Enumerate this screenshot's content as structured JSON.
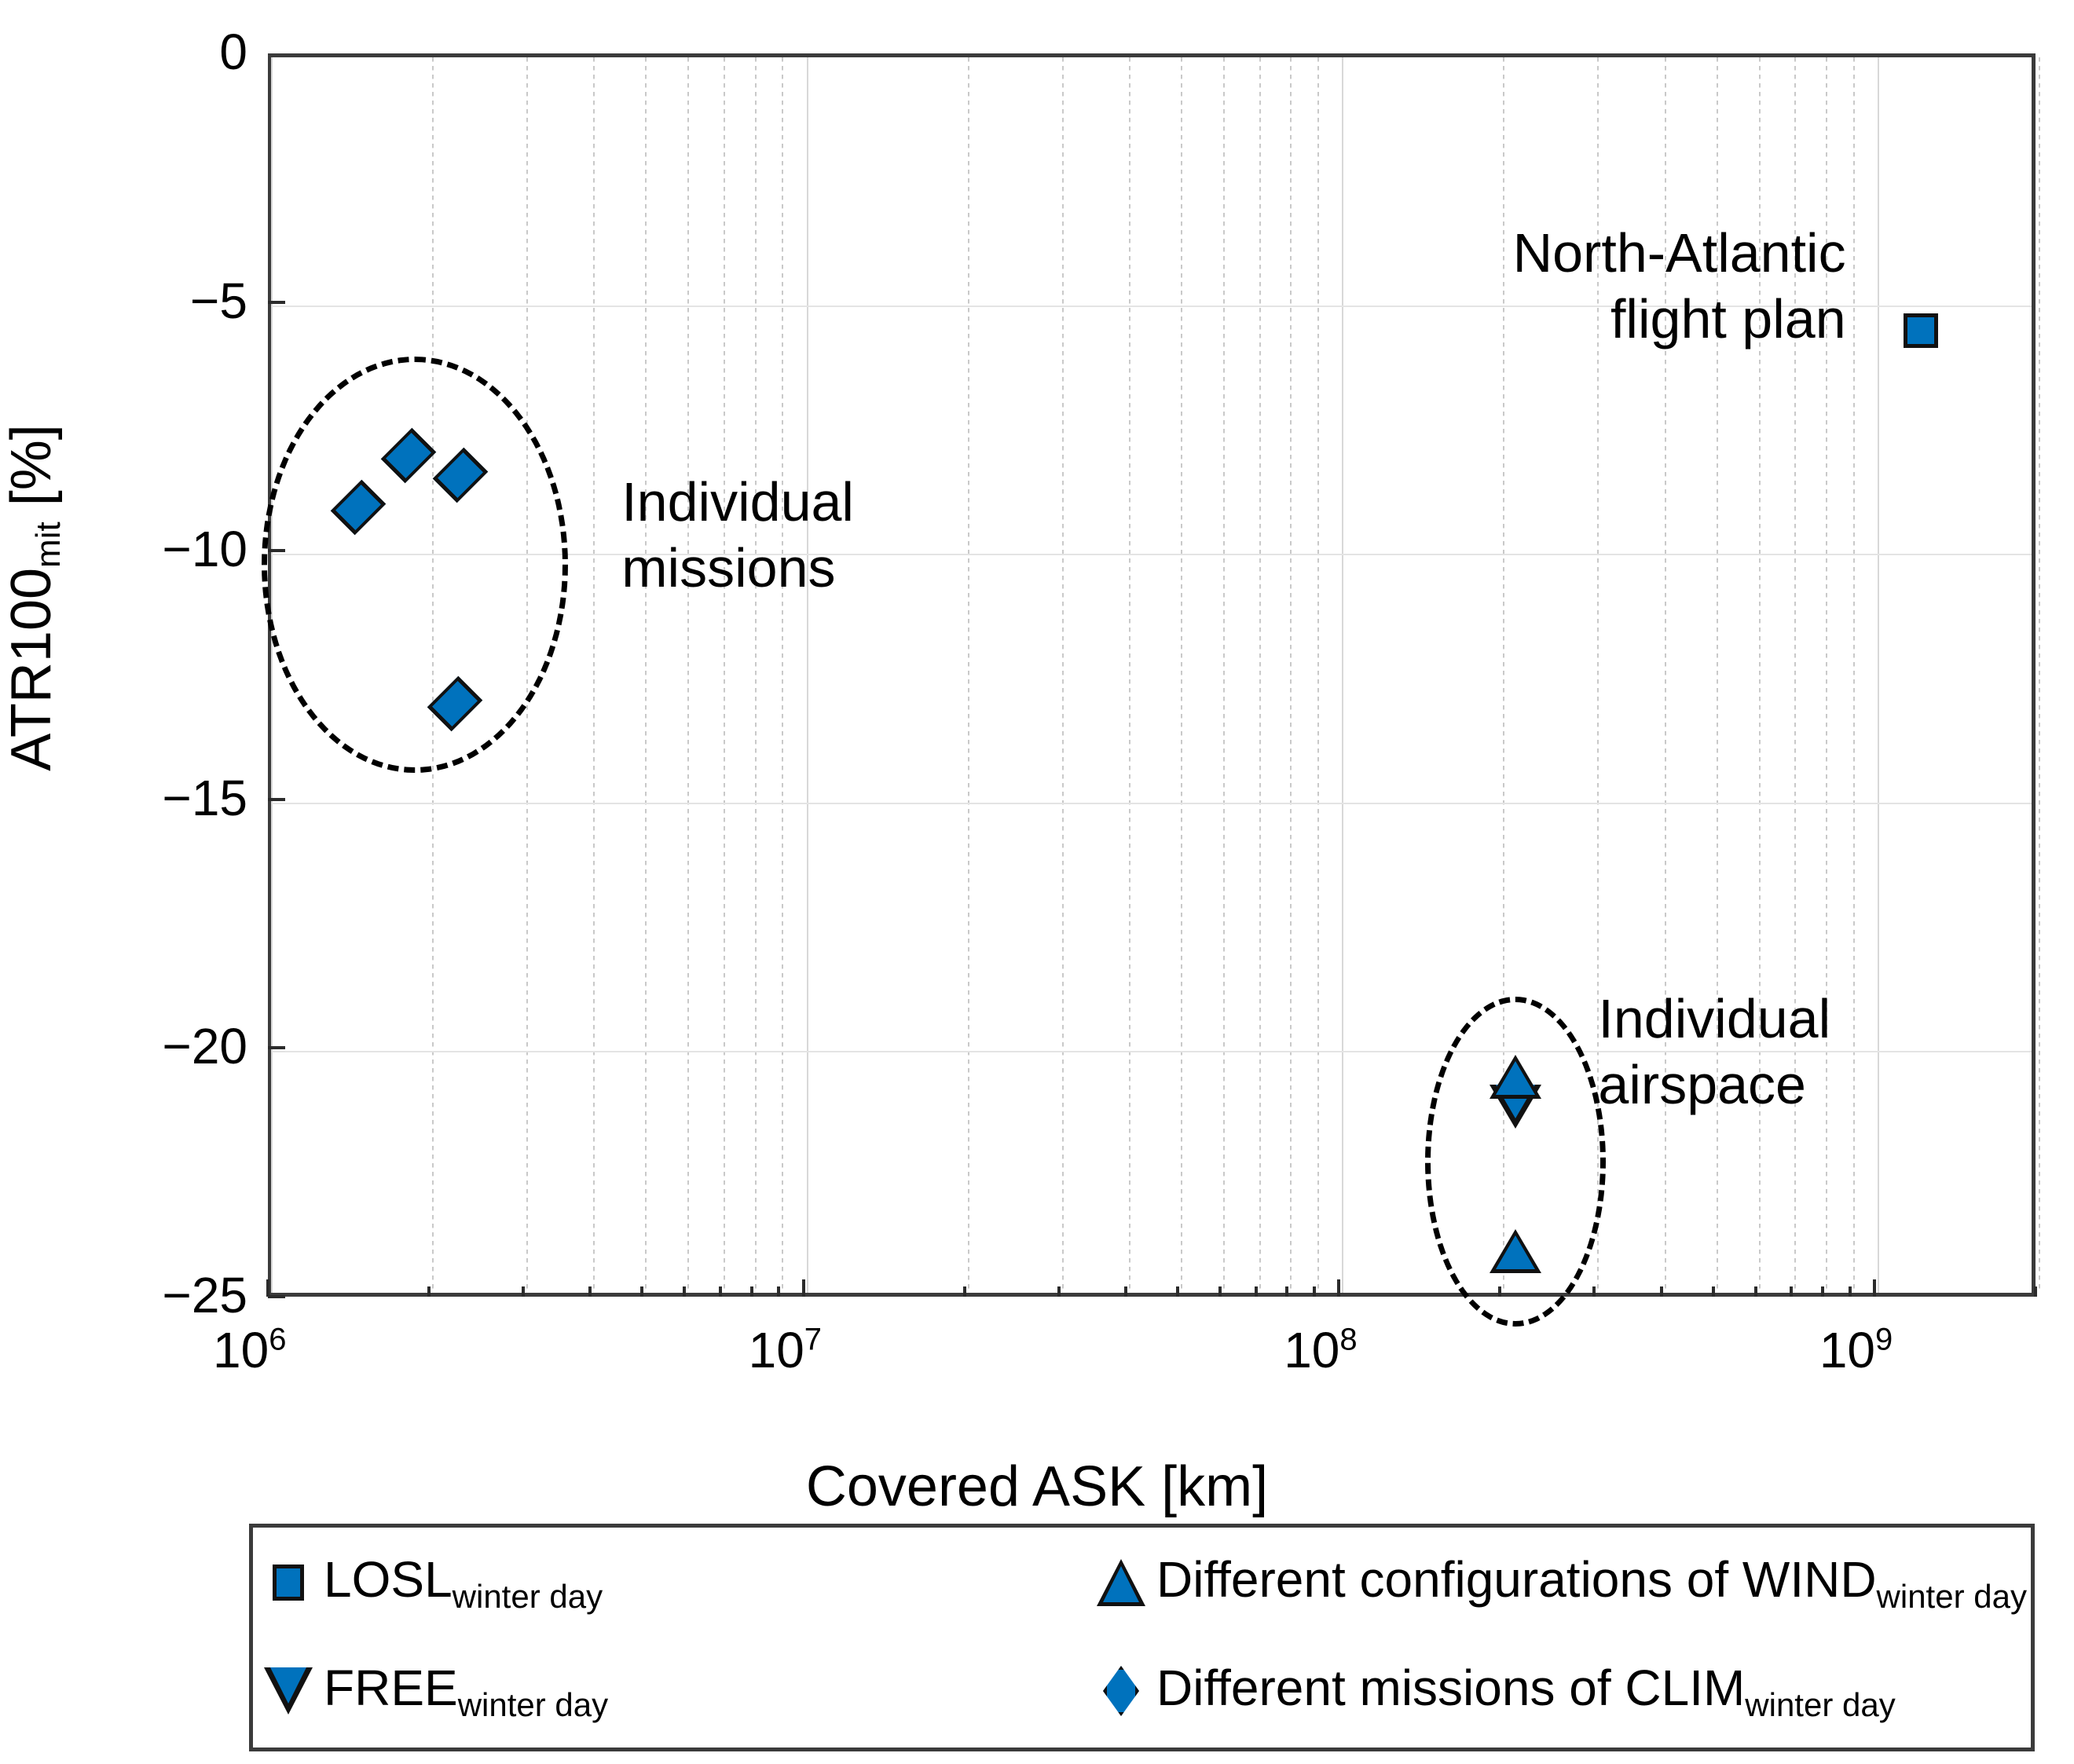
{
  "chart_data": {
    "type": "scatter",
    "title": "",
    "xlabel": "Covered ASK [km]",
    "ylabel": "ATR100_mit [%]",
    "ylabel_base": "ATR100",
    "ylabel_sub": "mit",
    "ylabel_unit": " [%]",
    "xscale": "log",
    "yscale": "linear",
    "xlim": [
      1000000,
      2000000000
    ],
    "ylim": [
      -25,
      0
    ],
    "grid": true,
    "xticks": [
      1000000,
      10000000,
      100000000,
      1000000000
    ],
    "xtick_labels": [
      "10⁶",
      "10⁷",
      "10⁸",
      "10⁹"
    ],
    "xtick_mantissa": "10",
    "xtick_exponents": [
      "6",
      "7",
      "8",
      "9"
    ],
    "yticks": [
      0,
      -5,
      -10,
      -15,
      -20,
      -25
    ],
    "ytick_labels": [
      "0",
      "−5",
      "−10",
      "−15",
      "−20",
      "−25"
    ],
    "accent_color": "#0072BD",
    "marker_edge_color": "#111111",
    "axis_color": "#3b3b3b",
    "series": [
      {
        "name": "LOSL winter day",
        "label_base": "LOSL",
        "label_sub": "winter day",
        "marker": "square",
        "points": [
          {
            "x": 1200000000.0,
            "y": -5.5
          }
        ]
      },
      {
        "name": "FREE winter day",
        "label_base": "FREE",
        "label_sub": "winter day",
        "marker": "triangle-down",
        "points": [
          {
            "x": 210000000.0,
            "y": -21.1
          }
        ]
      },
      {
        "name": "Different configurations of WIND winter day",
        "label_base": "Different configurations of WIND",
        "label_sub": "winter day",
        "marker": "triangle-up",
        "points": [
          {
            "x": 210000000.0,
            "y": -20.5
          },
          {
            "x": 210000000.0,
            "y": -24.0
          }
        ]
      },
      {
        "name": "Different missions of CLIM winter day",
        "label_base": "Different missions of CLIM",
        "label_sub": "winter day",
        "marker": "diamond",
        "points": [
          {
            "x": 1450000.0,
            "y": -9.05
          },
          {
            "x": 1800000.0,
            "y": -8.0
          },
          {
            "x": 2250000.0,
            "y": -8.4
          },
          {
            "x": 2200000.0,
            "y": -13.0
          }
        ]
      }
    ],
    "annotations": [
      {
        "id": "north-atlantic-flight-plan",
        "text": "North-Atlantic\nflight plan",
        "x": 900000000.0,
        "y": -4.0,
        "align": "right"
      },
      {
        "id": "individual-missions",
        "text": "Individual\nmissions",
        "x": 4500000.0,
        "y": -9.6,
        "align": "left"
      },
      {
        "id": "individual-airspace",
        "text": "Individual\nairspace",
        "x": 300000000.0,
        "y": -20.0,
        "align": "left"
      }
    ],
    "groupings": [
      {
        "id": "individual-missions-ellipse",
        "cx": 1850000.0,
        "cy": -10.2,
        "note": "dashed ellipse around CLIM cluster"
      },
      {
        "id": "individual-airspace-ellipse",
        "cx": 210000000.0,
        "cy": -22.2,
        "note": "dashed ellipse around WIND/FREE cluster"
      }
    ]
  },
  "legend": {
    "entries": [
      {
        "marker": "square",
        "label_base": "LOSL",
        "label_sub": "winter day"
      },
      {
        "marker": "triangle-up",
        "label_base": "Different configurations of WIND",
        "label_sub": "winter day"
      },
      {
        "marker": "triangle-down",
        "label_base": "FREE",
        "label_sub": "winter day"
      },
      {
        "marker": "diamond",
        "label_base": "Different missions of CLIM",
        "label_sub": "winter day"
      }
    ]
  }
}
